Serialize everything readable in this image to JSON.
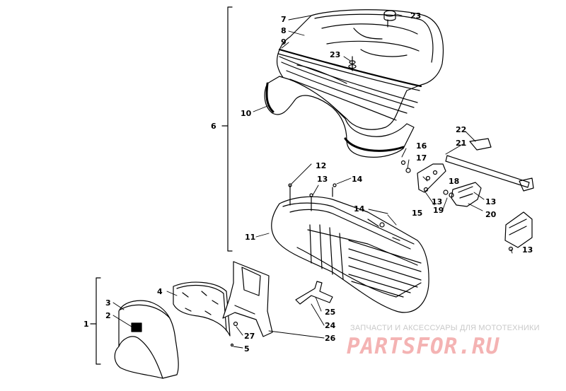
{
  "callouts": [
    {
      "id": "c1",
      "text": "1"
    },
    {
      "id": "c2",
      "text": "2"
    },
    {
      "id": "c3",
      "text": "3"
    },
    {
      "id": "c4",
      "text": "4"
    },
    {
      "id": "c5",
      "text": "5"
    },
    {
      "id": "c6",
      "text": "6"
    },
    {
      "id": "c7",
      "text": "7"
    },
    {
      "id": "c8",
      "text": "8"
    },
    {
      "id": "c9",
      "text": "9"
    },
    {
      "id": "c10",
      "text": "10"
    },
    {
      "id": "c11",
      "text": "11"
    },
    {
      "id": "c12",
      "text": "12"
    },
    {
      "id": "c13a",
      "text": "13"
    },
    {
      "id": "c13b",
      "text": "13"
    },
    {
      "id": "c13c",
      "text": "13"
    },
    {
      "id": "c13d",
      "text": "13"
    },
    {
      "id": "c14a",
      "text": "14"
    },
    {
      "id": "c14b",
      "text": "14"
    },
    {
      "id": "c15",
      "text": "15"
    },
    {
      "id": "c16",
      "text": "16"
    },
    {
      "id": "c17",
      "text": "17"
    },
    {
      "id": "c18",
      "text": "18"
    },
    {
      "id": "c19",
      "text": "19"
    },
    {
      "id": "c20",
      "text": "20"
    },
    {
      "id": "c21",
      "text": "21"
    },
    {
      "id": "c22",
      "text": "22"
    },
    {
      "id": "c23a",
      "text": "23"
    },
    {
      "id": "c23b",
      "text": "23"
    },
    {
      "id": "c24",
      "text": "24"
    },
    {
      "id": "c25",
      "text": "25"
    },
    {
      "id": "c26",
      "text": "26"
    },
    {
      "id": "c27",
      "text": "27"
    }
  ],
  "watermark": {
    "subtitle": "ЗАПЧАСТИ И АКСЕССУАРЫ ДЛЯ МОТОТЕХНИКИ",
    "brand": "PARTSFOR.RU",
    "brand_color": "#f4b3b3"
  }
}
